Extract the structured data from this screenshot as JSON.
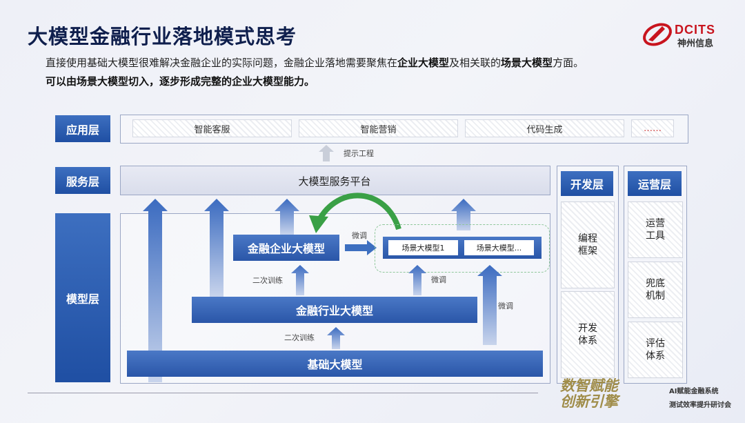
{
  "title": "大模型金融行业落地模式思考",
  "logo": {
    "brand": "DCITS",
    "sub": "神州信息"
  },
  "intro": {
    "line1_a": "直接使用基础大模型很难解决金融企业的实际问题，金融企业落地需要聚焦在",
    "line1_b": "企业大模型",
    "line1_c": "及相关联的",
    "line1_d": "场景大模型",
    "line1_e": "方面。",
    "line2": "可以由场景大模型切入，逐步形成完整的企业大模型能力。"
  },
  "layers": {
    "app": "应用层",
    "service": "服务层",
    "model": "模型层",
    "dev": "开发层",
    "ops": "运营层"
  },
  "app_items": [
    "智能客服",
    "智能营销",
    "代码生成",
    "……"
  ],
  "prompt_eng": "提示工程",
  "service_platform": "大模型服务平台",
  "fin_enterprise_model": "金融企业大模型",
  "fin_industry_model": "金融行业大模型",
  "base_model": "基础大模型",
  "scene_models": [
    "场景大模型1",
    "场景大模型..."
  ],
  "labels": {
    "finetune_top": "微调",
    "finetune_mid": "微调",
    "finetune_right": "微调",
    "second_train_1": "二次训练",
    "second_train_2": "二次训练"
  },
  "dev_items": [
    "编程\n框架",
    "开发\n体系"
  ],
  "ops_items": [
    "运营\n工具",
    "兜底\n机制",
    "评估\n体系"
  ],
  "footer": {
    "big1": "数智赋能",
    "big2": "创新引擎",
    "small1": "AI赋能金融系统",
    "small2": "测试效率提升研讨会"
  }
}
